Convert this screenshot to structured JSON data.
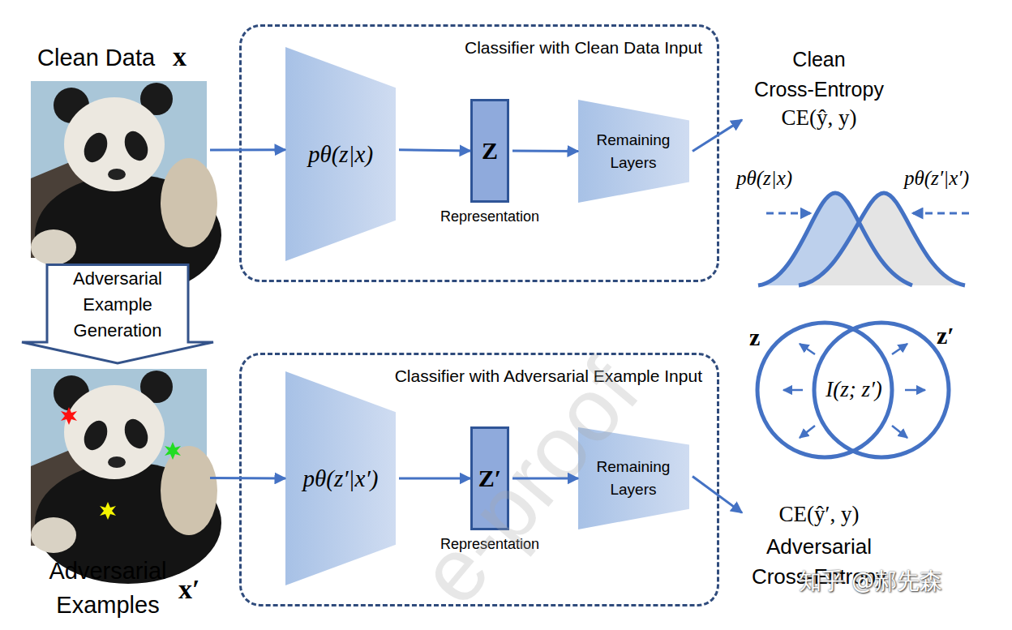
{
  "diagram": {
    "nodes": [
      {
        "text": [
          "Clean Data",
          "x"
        ]
      },
      {
        "text": [
          "Classifier with Clean Data Input"
        ]
      },
      {
        "text": [
          "pθ(z|x)"
        ],
        "in": 1
      },
      {
        "text": [
          "Z",
          "Representation"
        ],
        "in": 1
      },
      {
        "text": [
          "Remaining Layers"
        ],
        "in": 1
      },
      {
        "text": [
          "Clean Cross-Entropy",
          "CE(ŷ, y)"
        ]
      },
      {
        "text": [
          "Adversarial Example Generation"
        ]
      },
      {
        "text": [
          "Adversarial Examples",
          "x′"
        ]
      },
      {
        "text": [
          "Classifier with Adversarial Example Input"
        ]
      },
      {
        "text": [
          "pθ(z′|x′)"
        ],
        "in": 8
      },
      {
        "text": [
          "Z′",
          "Representation"
        ],
        "in": 8
      },
      {
        "text": [
          "Remaining Layers"
        ],
        "in": 8
      },
      {
        "text": [
          "CE(ŷ′, y)",
          "Adversarial Cross-Entropy"
        ]
      }
    ],
    "edges": [
      {
        "from": 0,
        "to": 2,
        "arrow": "to"
      },
      {
        "from": 2,
        "to": 3,
        "arrow": "to"
      },
      {
        "from": 3,
        "to": 4,
        "arrow": "to"
      },
      {
        "from": 4,
        "to": 5,
        "arrow": "to"
      },
      {
        "from": 7,
        "to": 9,
        "arrow": "to"
      },
      {
        "from": 9,
        "to": 10,
        "arrow": "to"
      },
      {
        "from": 10,
        "to": 11,
        "arrow": "to"
      },
      {
        "from": 11,
        "to": 12,
        "arrow": "to"
      }
    ],
    "labels": [
      "pθ(z|x)",
      "pθ(z′|x′)",
      "z",
      "z′",
      "I(z; z′)",
      "知乎 @郝先森",
      "e-proof"
    ]
  }
}
